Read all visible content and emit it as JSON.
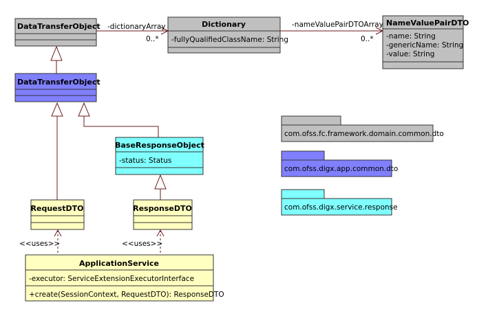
{
  "colors": {
    "gray": "#c0c0c0",
    "blue": "#8080ff",
    "cyan": "#80ffff",
    "yellow": "#ffffc0",
    "line": "#6b1a1a"
  },
  "classes": {
    "dto_top": {
      "name": "DataTransferObject",
      "attributes": [],
      "operations": []
    },
    "dictionary": {
      "name": "Dictionary",
      "attributes": [
        "-fullyQualifiedClassName: String"
      ],
      "operations": []
    },
    "name_value_pair": {
      "name": "NameValuePairDTO",
      "attributes": [
        "-name: String",
        "-genericName: String",
        "-value: String"
      ],
      "operations": []
    },
    "dto_mid": {
      "name": "DataTransferObject",
      "attributes": [],
      "operations": []
    },
    "base_response": {
      "name": "BaseResponseObject",
      "attributes": [
        "-status: Status"
      ],
      "operations": []
    },
    "request_dto": {
      "name": "RequestDTO",
      "attributes": [],
      "operations": []
    },
    "response_dto": {
      "name": "ResponseDTO",
      "attributes": [],
      "operations": []
    },
    "app_service": {
      "name": "ApplicationService",
      "attributes": [
        "-executor: ServiceExtensionExecutorInterface"
      ],
      "operations": [
        "+create(SessionContext, RequestDTO): ResponseDTO"
      ]
    }
  },
  "relations": {
    "dto_to_dictionary": {
      "role": "-dictionaryArray",
      "multiplicity": "0..*"
    },
    "dictionary_to_nvp": {
      "role": "-nameValuePairDTOArray",
      "multiplicity": "0..*"
    },
    "app_uses_request": {
      "stereotype": "<<uses>>"
    },
    "app_uses_response": {
      "stereotype": "<<uses>>"
    }
  },
  "legend": [
    {
      "package": "com.ofss.fc.framework.domain.common.dto",
      "color": "#c0c0c0"
    },
    {
      "package": "com.ofss.digx.app.common.dto",
      "color": "#8080ff"
    },
    {
      "package": "com.ofss.digx.service.response",
      "color": "#80ffff"
    }
  ]
}
